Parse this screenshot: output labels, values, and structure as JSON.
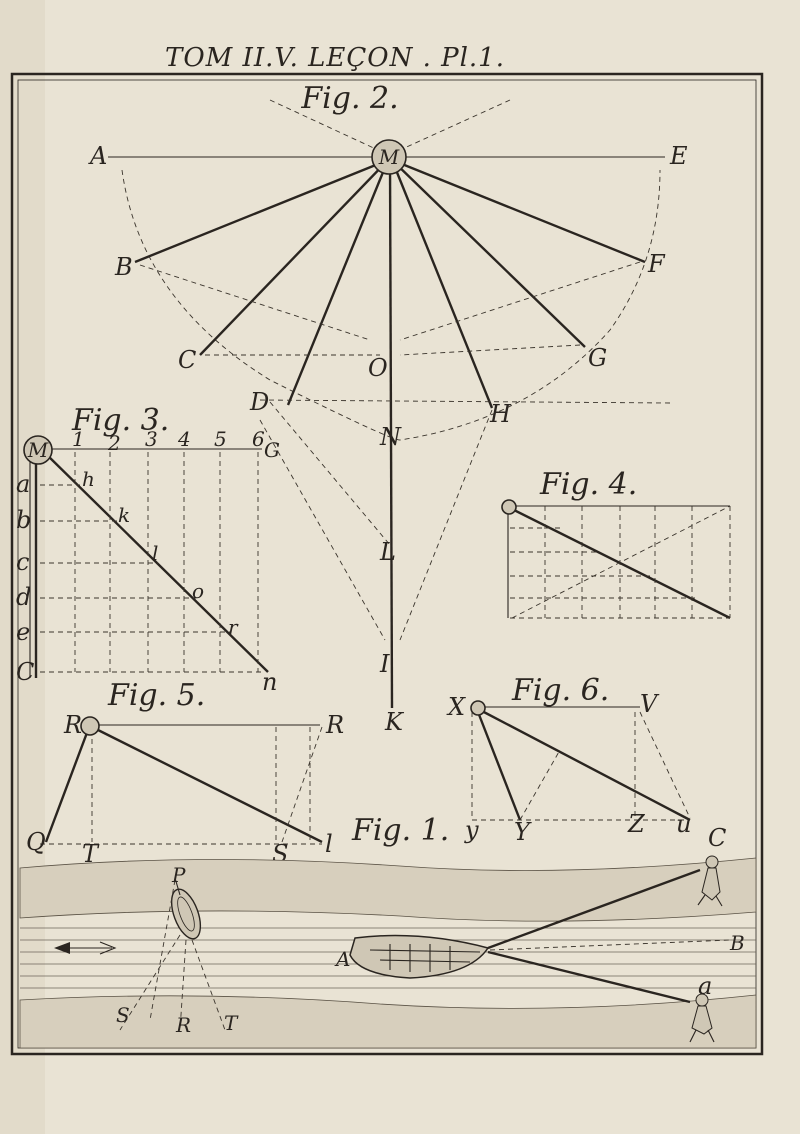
{
  "plate_title": "TOM II.V. LEÇON . Pl.1.",
  "figures": {
    "fig1": {
      "caption": "Fig. 1.",
      "labels": {
        "A": "A",
        "B": "B",
        "C": "C",
        "a": "a",
        "P": "P",
        "S": "S",
        "R": "R",
        "T": "T"
      }
    },
    "fig2": {
      "caption": "Fig. 2.",
      "labels": {
        "M": "M",
        "A": "A",
        "E": "E",
        "B": "B",
        "F": "F",
        "C": "C",
        "G": "G",
        "O": "O",
        "D": "D",
        "H": "H",
        "N": "N",
        "L": "L",
        "I": "I",
        "K": "K"
      }
    },
    "fig3": {
      "caption": "Fig. 3.",
      "labels": {
        "M": "M",
        "G": "G",
        "C": "C",
        "n": "n"
      },
      "top_numbers": [
        "1",
        "2",
        "3",
        "4",
        "5",
        "6"
      ],
      "side_letters": [
        "a",
        "b",
        "c",
        "d",
        "e"
      ],
      "diag_letters": [
        "h",
        "k",
        "l",
        "o",
        "r"
      ]
    },
    "fig4": {
      "caption": "Fig. 4."
    },
    "fig5": {
      "caption": "Fig. 5.",
      "labels": {
        "R": "R",
        "R2": "R",
        "Q": "Q",
        "T": "T",
        "S": "S",
        "l": "l"
      }
    },
    "fig6": {
      "caption": "Fig. 6.",
      "labels": {
        "X": "X",
        "V": "V",
        "y": "y",
        "Y": "Y",
        "Z": "Z",
        "u": "u"
      }
    }
  },
  "colors": {
    "paper": "#e9e3d4",
    "ink": "#2a2520"
  }
}
